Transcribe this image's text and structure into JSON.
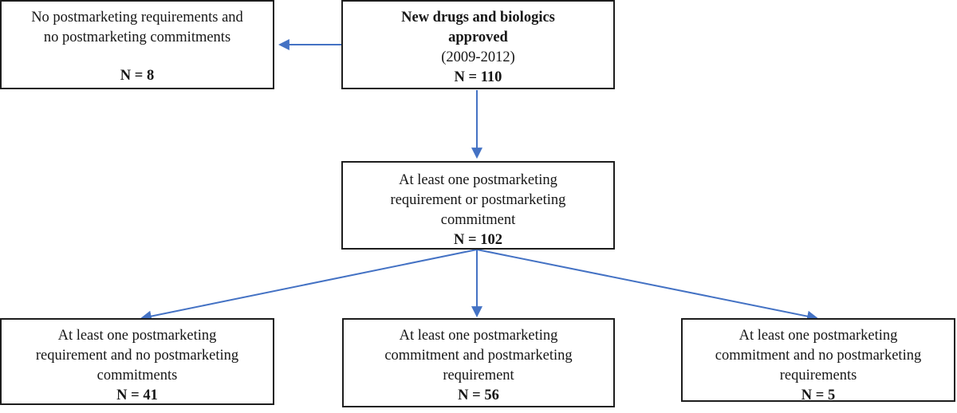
{
  "diagram": {
    "arrow_color": "#4472C4",
    "boxes": {
      "approved": {
        "bold_lines": [
          "New drugs and biologics",
          "approved"
        ],
        "year_line": "(2009-2012)",
        "n_label": "N = 110"
      },
      "no_pmr_no_pmc": {
        "lines": [
          "No postmarketing requirements and",
          "no postmarketing commitments"
        ],
        "n_label": "N = 8"
      },
      "any_pmr_or_pmc": {
        "lines": [
          "At least one postmarketing",
          "requirement or postmarketing",
          "commitment"
        ],
        "n_label": "N = 102"
      },
      "pmr_no_pmc": {
        "lines": [
          "At least one postmarketing",
          "requirement and no postmarketing",
          "commitments"
        ],
        "n_label": "N = 41"
      },
      "pmc_and_pmr": {
        "lines": [
          "At least one postmarketing",
          "commitment and postmarketing",
          "requirement"
        ],
        "n_label": "N = 56"
      },
      "pmc_no_pmr": {
        "lines": [
          "At least one postmarketing",
          "commitment and no postmarketing",
          "requirements"
        ],
        "n_label": "N = 5"
      }
    }
  }
}
